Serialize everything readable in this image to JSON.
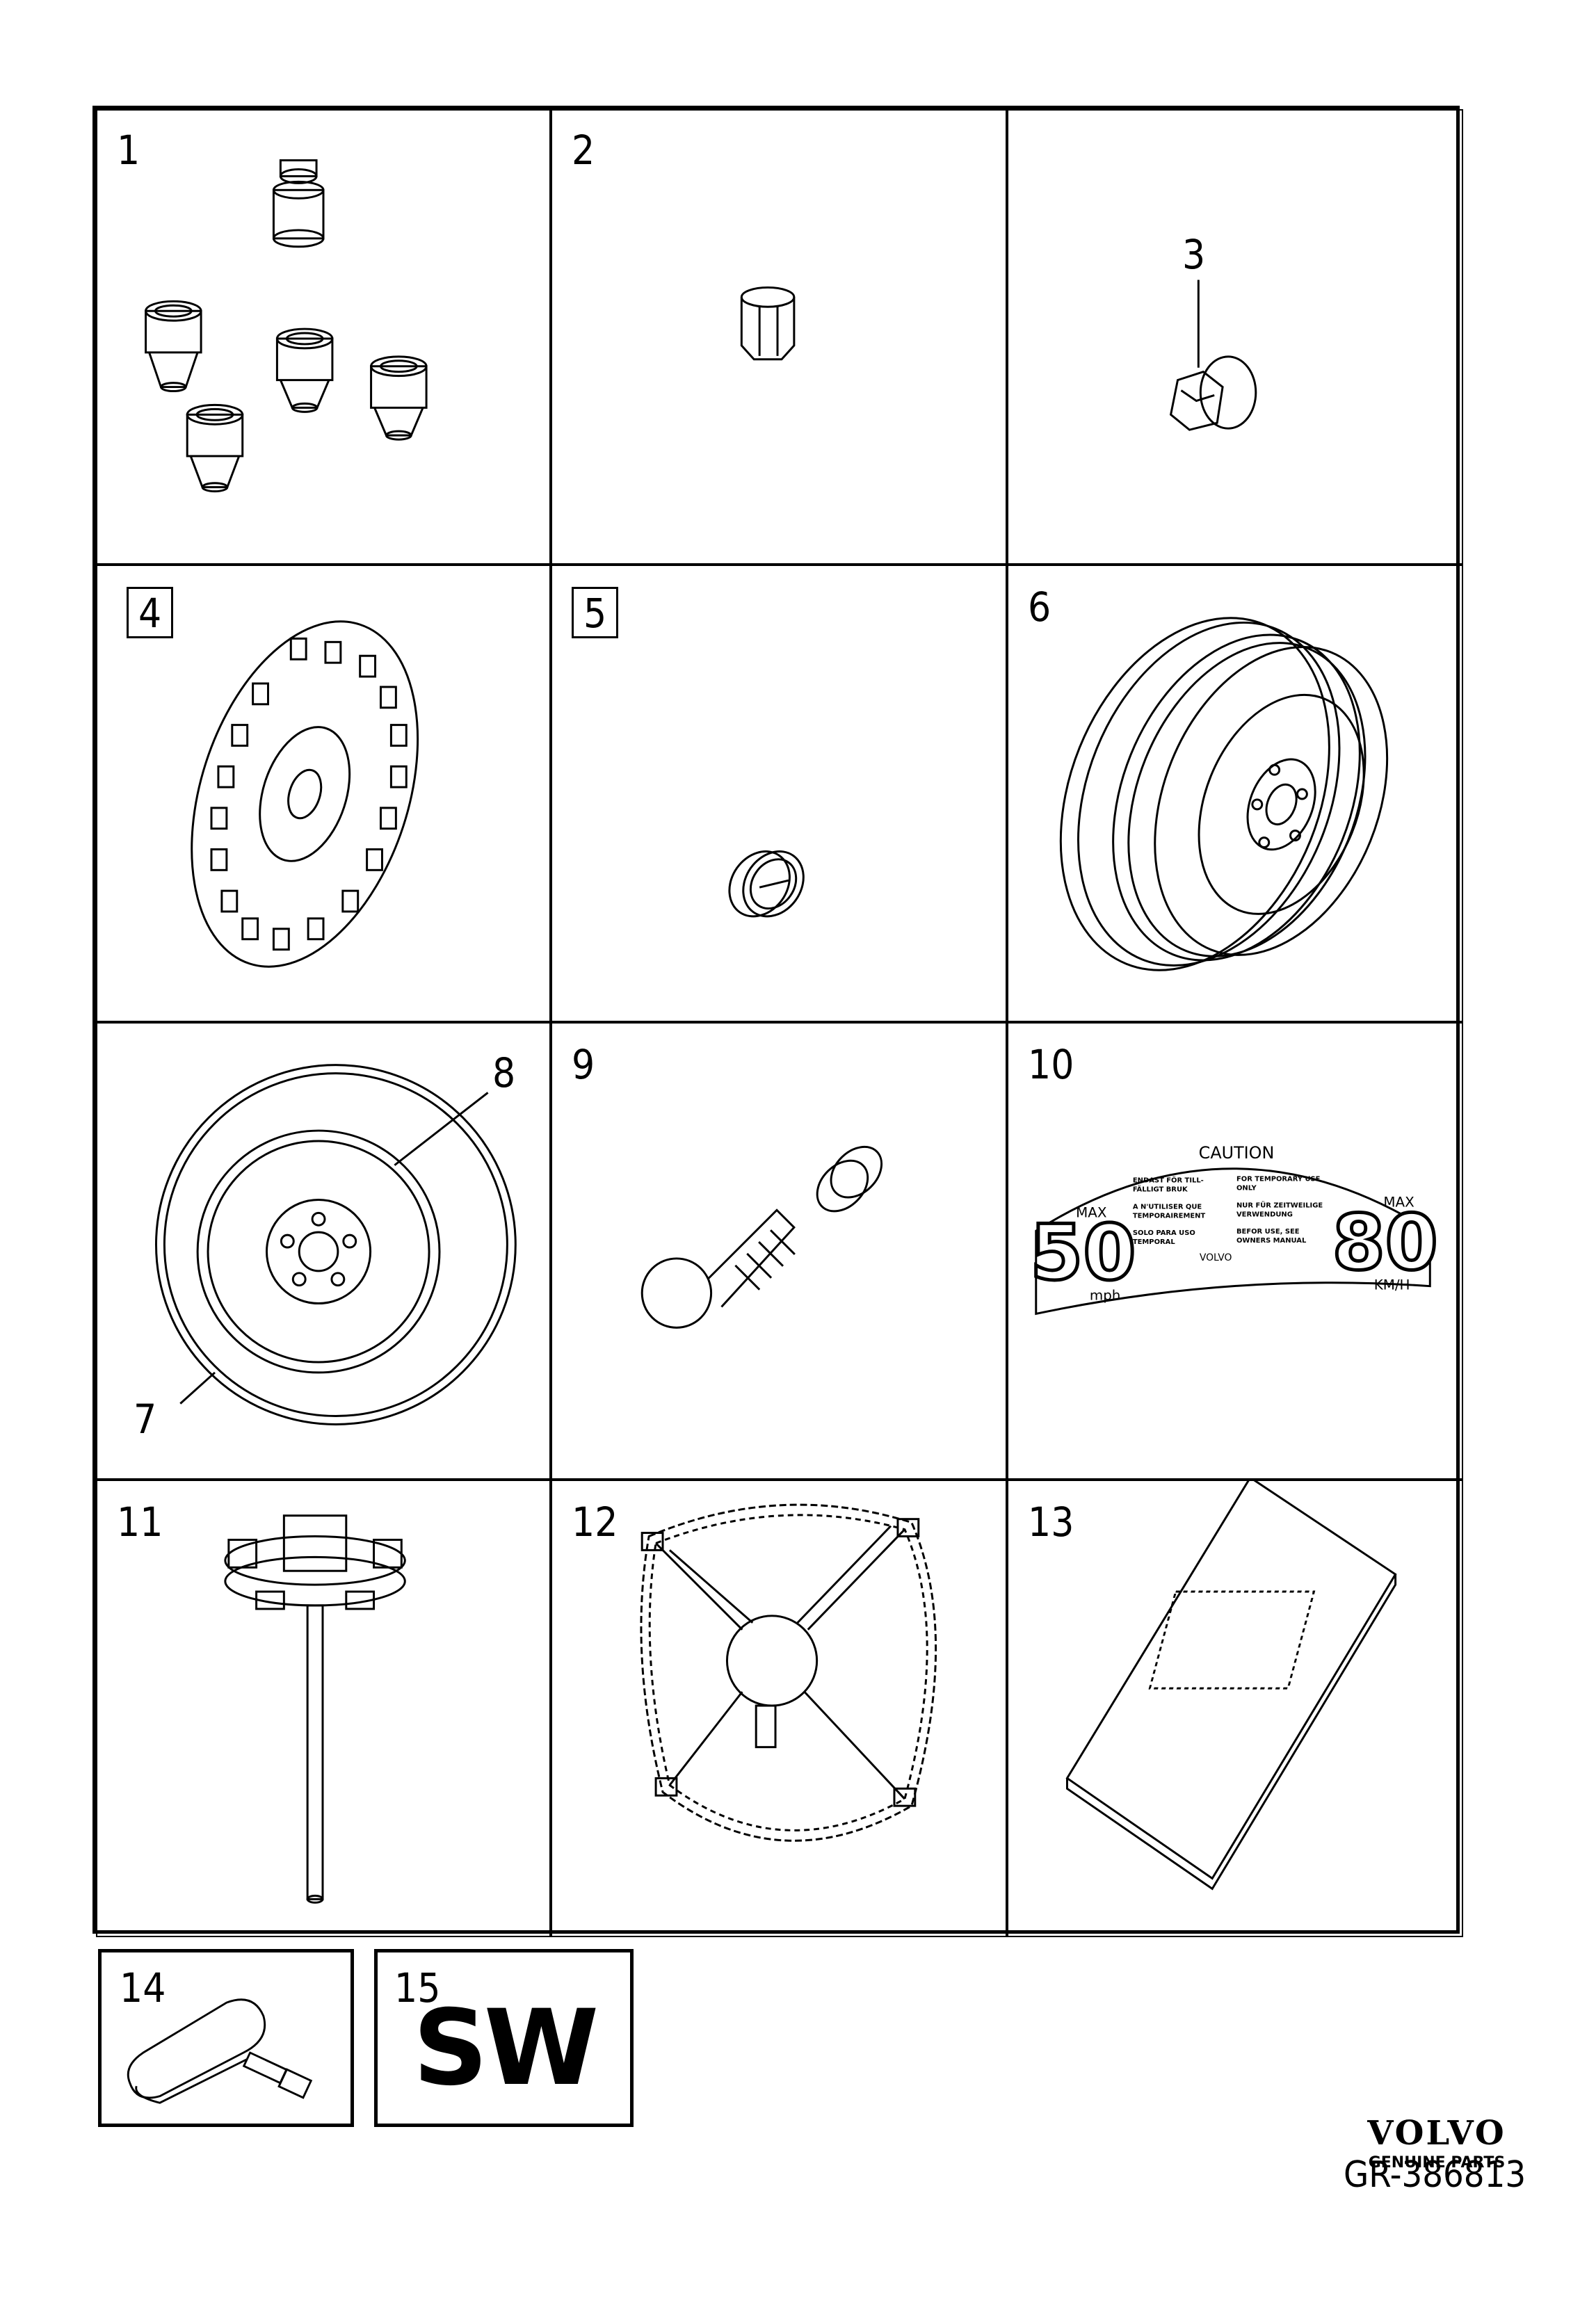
{
  "callouts": {
    "c1": "1",
    "c2": "2",
    "c3": "3",
    "c4": "4",
    "c5": "5",
    "c6": "6",
    "c7": "7",
    "c8": "8",
    "c9": "9",
    "c10": "10",
    "c11": "11",
    "c12": "12",
    "c13": "13",
    "c14": "14",
    "c15": "15"
  },
  "decal": {
    "caution": "CAUTION",
    "max_left": "MAX",
    "speed_left": "50",
    "unit_left": "mph",
    "max_right": "MAX",
    "speed_right": "80",
    "unit_right": "KM/H",
    "line1": "ENDAST FÖR TILL-",
    "line2": "FÄLLIGT BRUK",
    "line3": "FOR TEMPORARY USE",
    "line4": "ONLY",
    "line5": "A N'UTILISER QUE",
    "line6": "TEMPORAIREMENT",
    "line7": "NUR FÜR ZEITWEILIGE",
    "line8": "VERWENDUNG",
    "line9": "SOLO PARA USO",
    "line10": "TEMPORAL",
    "line11": "BEFOR USE, SEE",
    "line12": "OWNERS MANUAL",
    "brand": "VOLVO"
  },
  "software_label": "SW",
  "brand": {
    "logo": "VOLVO",
    "tagline": "GENUINE PARTS"
  },
  "illustration_code": "GR-386813"
}
